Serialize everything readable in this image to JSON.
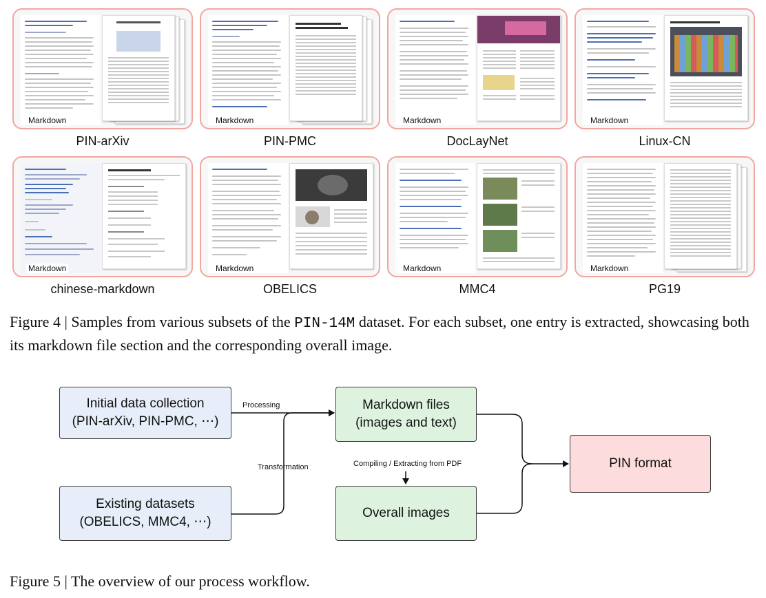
{
  "figure4": {
    "markdown_label": "Markdown",
    "subsets": [
      {
        "name": "PIN-arXiv",
        "icon": "paper-thumbnail"
      },
      {
        "name": "PIN-PMC",
        "icon": "paper-thumbnail"
      },
      {
        "name": "DocLayNet",
        "icon": "brochure-thumbnail"
      },
      {
        "name": "Linux-CN",
        "icon": "webpage-thumbnail"
      },
      {
        "name": "chinese-markdown",
        "icon": "markdown-editor-thumbnail"
      },
      {
        "name": "OBELICS",
        "icon": "webpage-thumbnail"
      },
      {
        "name": "MMC4",
        "icon": "webpage-thumbnail"
      },
      {
        "name": "PG19",
        "icon": "book-thumbnail"
      }
    ],
    "caption_prefix": "Figure 4 | Samples from various subsets of the ",
    "caption_dataset": "PIN-14M",
    "caption_suffix": " dataset.  For each subset, one entry is extracted, showcasing both its markdown file section and the corresponding overall image."
  },
  "figure5": {
    "nodes": {
      "initial_line1": "Initial data collection",
      "initial_line2": "(PIN-arXiv, PIN-PMC, ⋯)",
      "existing_line1": "Existing datasets",
      "existing_line2": "(OBELICS, MMC4, ⋯)",
      "markdown_line1": "Markdown files",
      "markdown_line2": "(images and text)",
      "overall": "Overall images",
      "pin": "PIN format"
    },
    "edges": {
      "processing": "Processing",
      "transformation": "Transformation",
      "compiling": "Compiling / Extracting from PDF"
    },
    "colors": {
      "source_fill": "#e8eef9",
      "output_fill": "#ddf3df",
      "target_fill": "#fcdcdc",
      "card_border": "#f2a6a0"
    },
    "caption": "Figure 5 | The overview of our process workflow."
  }
}
